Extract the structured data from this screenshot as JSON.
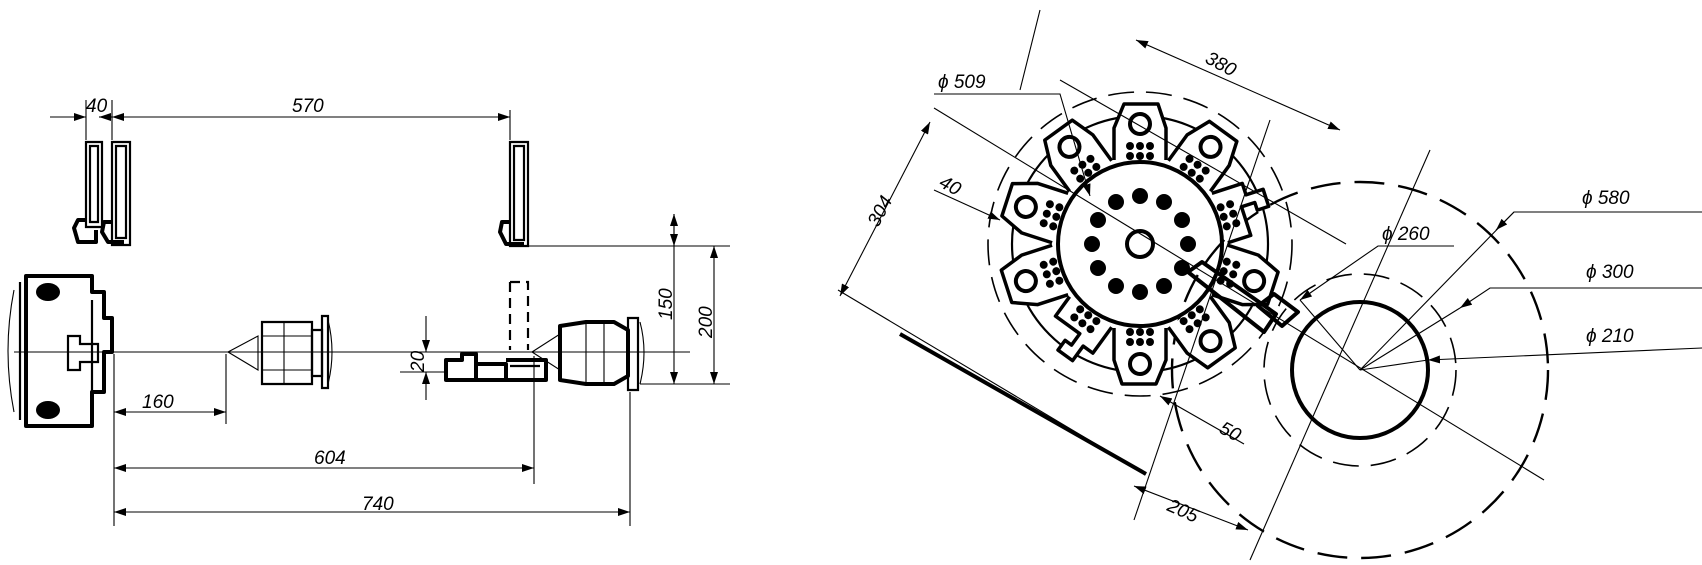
{
  "side_view": {
    "dims": {
      "d40": "40",
      "d570": "570",
      "d150": "150",
      "d200": "200",
      "d20": "20",
      "d160": "160",
      "d604": "604",
      "d740": "740"
    }
  },
  "turret_view": {
    "dims": {
      "d380": "380",
      "d509": "ϕ 509",
      "d304": "304",
      "d40": "40",
      "d50": "50",
      "d205": "205",
      "d580": "ϕ 580",
      "d260": "ϕ 260",
      "d300": "ϕ 300",
      "d210": "ϕ 210"
    }
  }
}
